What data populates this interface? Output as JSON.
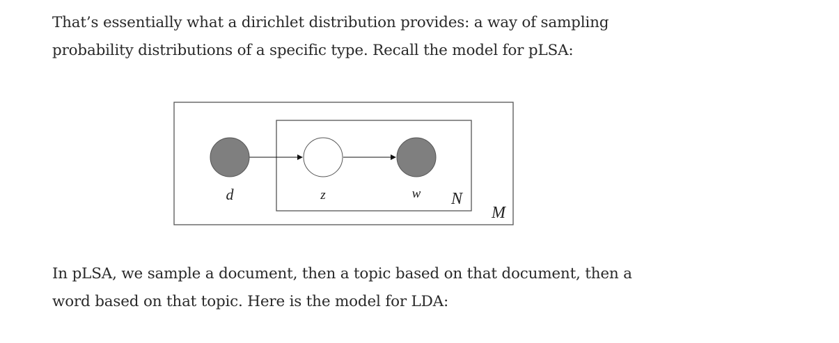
{
  "paragraphs": [
    {
      "lines": [
        "That’s essentially what a dirichlet distribution provides: a way of sampling",
        "probability distributions of a specific type. Recall the model for pLSA:"
      ]
    },
    {
      "lines": [
        "In pLSA, we sample a document, then a topic based on that document, then a",
        "word based on that topic. Here is the model for LDA:"
      ]
    }
  ],
  "diagram": {
    "nodes": [
      {
        "label": "d",
        "observed": true
      },
      {
        "label": "z",
        "observed": false
      },
      {
        "label": "w",
        "observed": true
      }
    ],
    "plates": {
      "inner": "N",
      "outer": "M"
    },
    "colors": {
      "observed_fill": "#7f7f7f",
      "latent_fill": "#ffffff",
      "stroke": "#555555"
    }
  }
}
